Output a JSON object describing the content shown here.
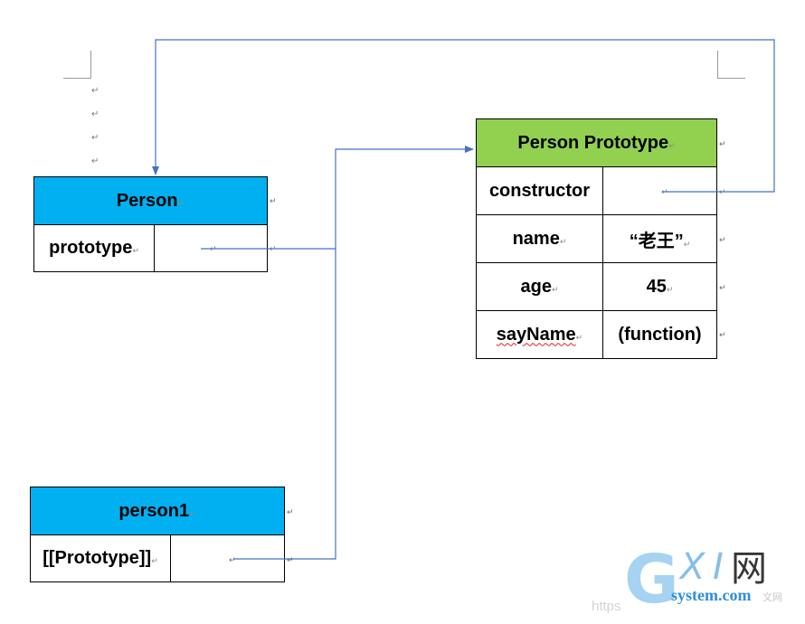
{
  "paragraph_mark": "↵",
  "person": {
    "title": "Person",
    "row_label": "prototype"
  },
  "person1": {
    "title": "person1",
    "row_label": "[[Prototype]]"
  },
  "prototype_table": {
    "title": "Person Prototype",
    "rows": [
      {
        "label": "constructor",
        "value": ""
      },
      {
        "label": "name",
        "value": "“老王”"
      },
      {
        "label": "age",
        "value": "45"
      },
      {
        "label": "sayName",
        "value": "(function)"
      }
    ]
  },
  "watermark": {
    "logo_text": "GXI网",
    "site": "system.com",
    "prefix": "https",
    "tail": "文网"
  },
  "colors": {
    "person_header": "#00b0f0",
    "prototype_header": "#92d050",
    "arrow": "#4472c4"
  }
}
